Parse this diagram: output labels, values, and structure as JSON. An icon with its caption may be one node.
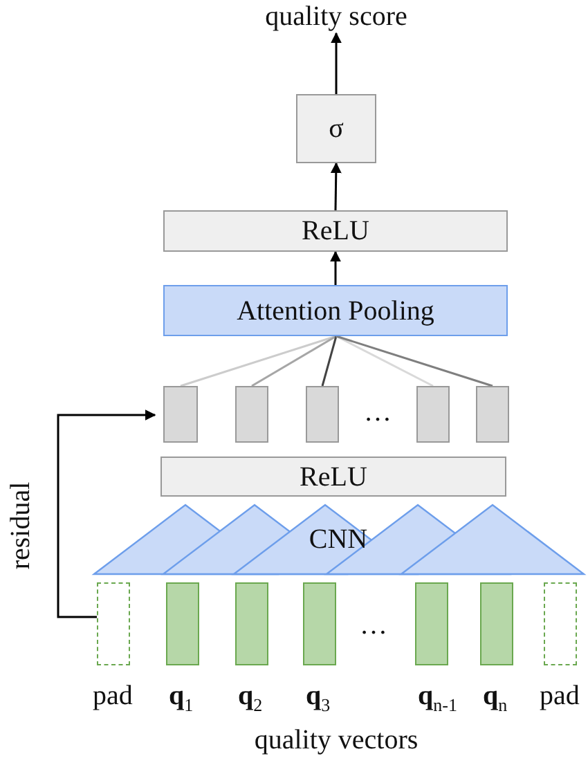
{
  "diagram": {
    "nodes": [
      {
        "text": [
          "quality score"
        ]
      },
      {
        "text": [
          "σ"
        ]
      },
      {
        "text": [
          "ReLU"
        ]
      },
      {
        "text": [
          "Attention Pooling"
        ]
      },
      {
        "text": [],
        "shape": "box"
      },
      {
        "text": [],
        "shape": "box"
      },
      {
        "text": [],
        "shape": "box"
      },
      {
        "text": [],
        "shape": "box"
      },
      {
        "text": [],
        "shape": "box"
      },
      {
        "text": [
          "ReLU"
        ]
      },
      {
        "text": [
          "CNN"
        ]
      },
      {
        "text": [],
        "shape": "box",
        "beside": [
          "pad"
        ]
      },
      {
        "text": [],
        "shape": "box",
        "beside": [
          "**q**$_{1}$"
        ]
      },
      {
        "text": [],
        "shape": "box",
        "beside": [
          "**q**$_{2}$"
        ]
      },
      {
        "text": [],
        "shape": "box",
        "beside": [
          "**q**$_{3}$"
        ]
      },
      {
        "text": [],
        "shape": "box",
        "beside": [
          "**q**$_{n-1}$"
        ]
      },
      {
        "text": [],
        "shape": "box",
        "beside": [
          "**q**$_{n}$"
        ]
      },
      {
        "text": [],
        "shape": "box",
        "beside": [
          "pad"
        ]
      }
    ],
    "edges": [
      {
        "from": 3,
        "to": 2,
        "arrow": "to"
      },
      {
        "from": 2,
        "to": 1,
        "arrow": "to"
      },
      {
        "from": 1,
        "to": 0,
        "arrow": "to"
      },
      {
        "from": 4,
        "to": 3,
        "arrow": "none",
        "color": "#cccccc"
      },
      {
        "from": 5,
        "to": 3,
        "arrow": "none",
        "color": "#a6a6a6"
      },
      {
        "from": 6,
        "to": 3,
        "arrow": "none",
        "color": "#434343"
      },
      {
        "from": 7,
        "to": 3,
        "arrow": "none",
        "color": "#d9d9d9"
      },
      {
        "from": 8,
        "to": 3,
        "arrow": "none",
        "color": "#7f7f7f"
      },
      {
        "from": 11,
        "to": 4,
        "arrow": "to",
        "label": "residual"
      }
    ],
    "labels": [
      "…",
      "…",
      "quality vectors"
    ]
  }
}
